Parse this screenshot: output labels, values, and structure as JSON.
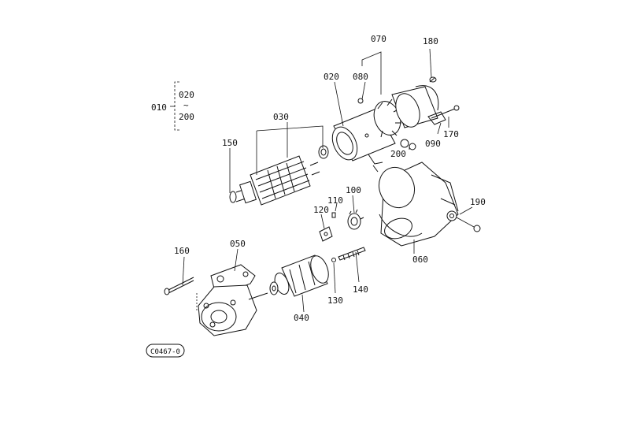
{
  "diagram": {
    "parts": [
      {
        "id": "l010",
        "text": "010"
      },
      {
        "id": "l020a",
        "text": "020"
      },
      {
        "id": "l200a",
        "text": "200"
      },
      {
        "id": "l020b",
        "text": "020"
      },
      {
        "id": "l030",
        "text": "030"
      },
      {
        "id": "l040",
        "text": "040"
      },
      {
        "id": "l050",
        "text": "050"
      },
      {
        "id": "l060",
        "text": "060"
      },
      {
        "id": "l070",
        "text": "070"
      },
      {
        "id": "l080",
        "text": "080"
      },
      {
        "id": "l090",
        "text": "090"
      },
      {
        "id": "l100",
        "text": "100"
      },
      {
        "id": "l110",
        "text": "110"
      },
      {
        "id": "l120",
        "text": "120"
      },
      {
        "id": "l130",
        "text": "130"
      },
      {
        "id": "l140",
        "text": "140"
      },
      {
        "id": "l150",
        "text": "150"
      },
      {
        "id": "l160",
        "text": "160"
      },
      {
        "id": "l170",
        "text": "170"
      },
      {
        "id": "l180",
        "text": "180"
      },
      {
        "id": "l190",
        "text": "190"
      },
      {
        "id": "l200b",
        "text": "200"
      }
    ],
    "range_mark": "~",
    "reference_code": "C0467-0"
  }
}
